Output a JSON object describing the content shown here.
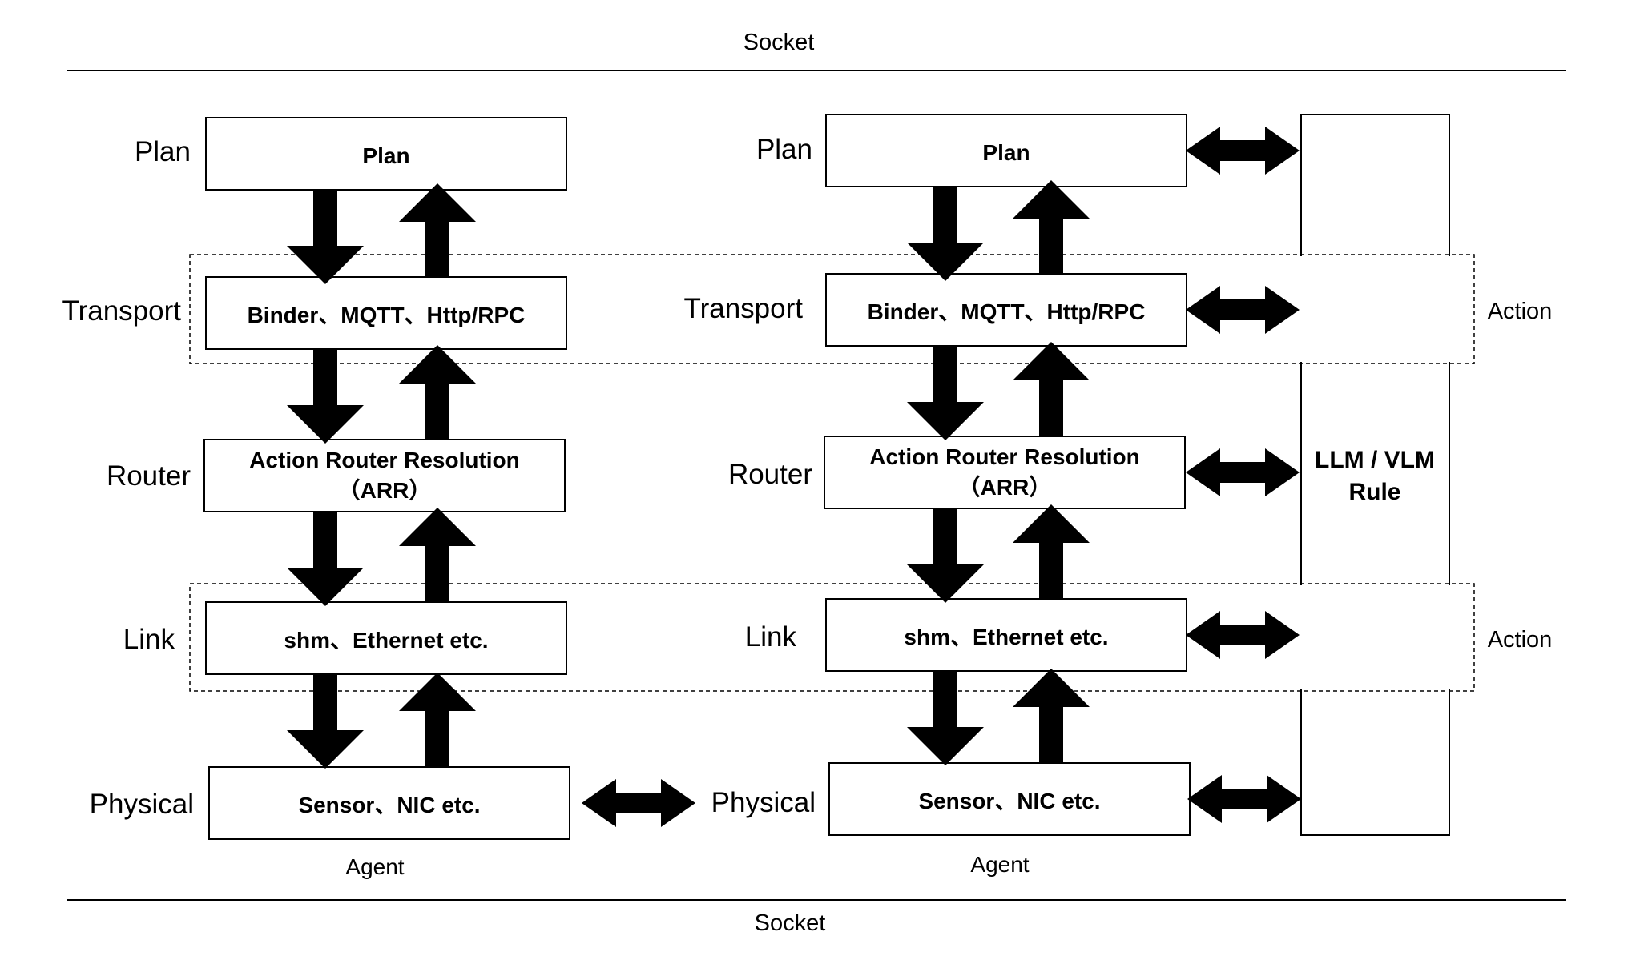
{
  "socket_top": "Socket",
  "socket_bottom": "Socket",
  "layer_labels": {
    "plan": "Plan",
    "transport": "Transport",
    "router": "Router",
    "link": "Link",
    "physical": "Physical"
  },
  "left_stack": {
    "plan_box": "Plan",
    "transport_box": "Binder、MQTT、Http/RPC",
    "router_box_line1": "Action Router Resolution",
    "router_box_line2": "（ARR）",
    "link_box": "shm、Ethernet etc.",
    "physical_box": "Sensor、NIC etc.",
    "caption": "Agent"
  },
  "right_stack": {
    "plan_box": "Plan",
    "transport_box": "Binder、MQTT、Http/RPC",
    "router_box_line1": "Action Router Resolution",
    "router_box_line2": "（ARR）",
    "link_box": "shm、Ethernet etc.",
    "physical_box": "Sensor、NIC etc.",
    "caption": "Agent"
  },
  "side_panel": {
    "line1": "LLM / VLM",
    "line2": "Rule"
  },
  "action_labels": {
    "transport": "Action",
    "link": "Action"
  }
}
